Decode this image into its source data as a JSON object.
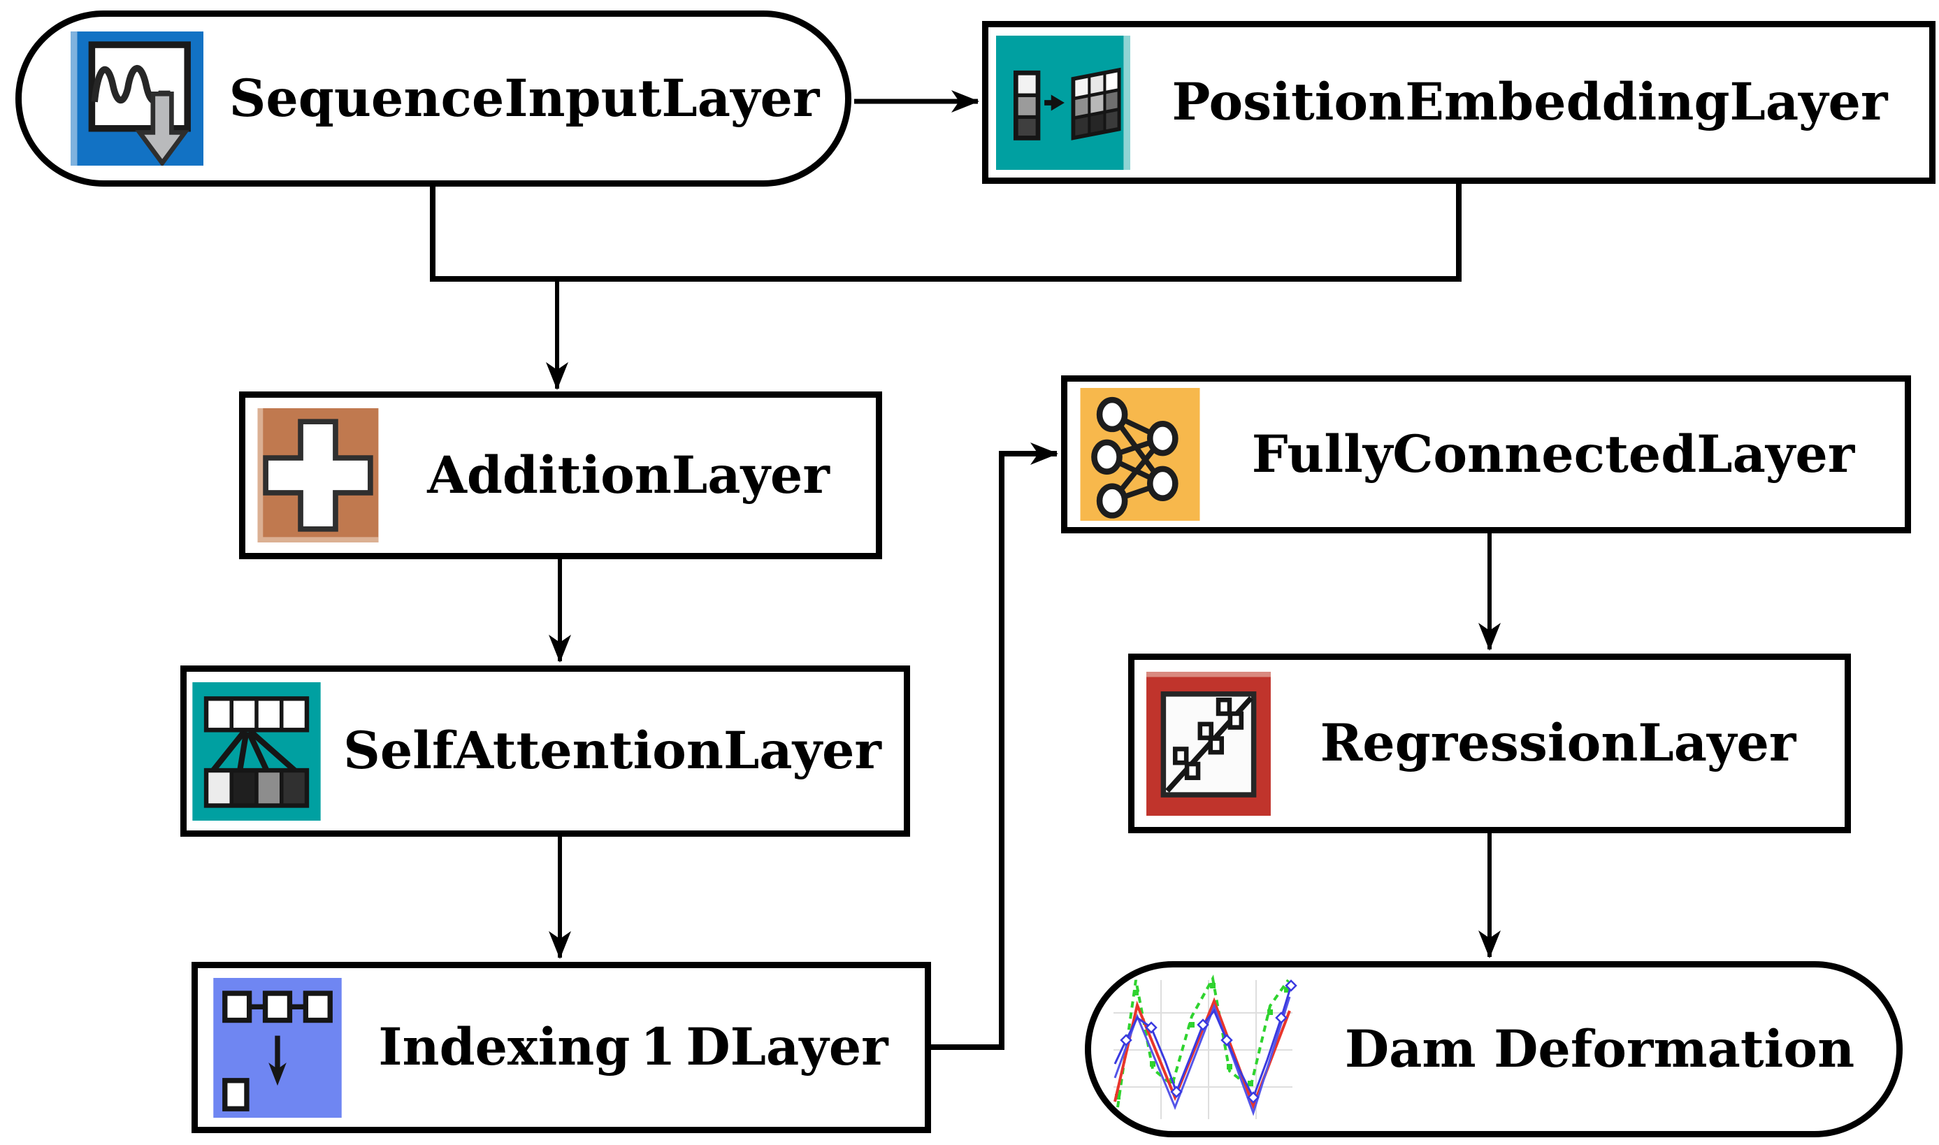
{
  "nodes": {
    "sequence_input": {
      "label": "SequenceInputLayer",
      "shape": "rounded-stadium",
      "icon": "sequence-wave-icon",
      "icon_color": "#1272c4"
    },
    "position_embedding": {
      "label": "PositionEmbeddingLayer",
      "shape": "rectangle",
      "icon": "position-embedding-icon",
      "icon_color": "#00a0a1"
    },
    "addition": {
      "label": "AdditionLayer",
      "shape": "rectangle",
      "icon": "plus-icon",
      "icon_color": "#c0794f"
    },
    "self_attention": {
      "label": "SelfAttentionLayer",
      "shape": "rectangle",
      "icon": "self-attention-icon",
      "icon_color": "#00a0a1"
    },
    "indexing_1d": {
      "label": "Indexing 1 DLayer",
      "shape": "rectangle",
      "icon": "indexing-icon",
      "icon_color": "#6f86f2"
    },
    "fully_connected": {
      "label": "FullyConnectedLayer",
      "shape": "rectangle",
      "icon": "network-graph-icon",
      "icon_color": "#f7b84c"
    },
    "regression": {
      "label": "RegressionLayer",
      "shape": "rectangle",
      "icon": "scatter-fit-icon",
      "icon_color": "#c0342c"
    },
    "dam_deformation": {
      "label": "Dam Deformation",
      "shape": "rounded-stadium",
      "icon": "deformation-plot-icon",
      "icon_color": "#ffffff"
    }
  },
  "edges": [
    {
      "from": "sequence_input",
      "to": "position_embedding",
      "style": "arrow"
    },
    {
      "from": "sequence_input",
      "to": "addition",
      "style": "merge-arrow"
    },
    {
      "from": "position_embedding",
      "to": "addition",
      "style": "merge-arrow"
    },
    {
      "from": "addition",
      "to": "self_attention",
      "style": "arrow"
    },
    {
      "from": "self_attention",
      "to": "indexing_1d",
      "style": "arrow"
    },
    {
      "from": "indexing_1d",
      "to": "fully_connected",
      "style": "elbow-arrow"
    },
    {
      "from": "fully_connected",
      "to": "regression",
      "style": "arrow"
    },
    {
      "from": "regression",
      "to": "dam_deformation",
      "style": "arrow"
    }
  ],
  "colors": {
    "background": "#ffffff",
    "outline": "#000000",
    "text": "#000000",
    "input_blue": "#1272c4",
    "embedding_teal": "#00a0a1",
    "addition_brown": "#c0794f",
    "indexing_periwinkle": "#6f86f2",
    "fully_connected_amber": "#f7b84c",
    "regression_red": "#c0342c",
    "plot_green": "#2fd32f",
    "plot_red": "#e8352b",
    "plot_blue": "#3a3ae0"
  }
}
